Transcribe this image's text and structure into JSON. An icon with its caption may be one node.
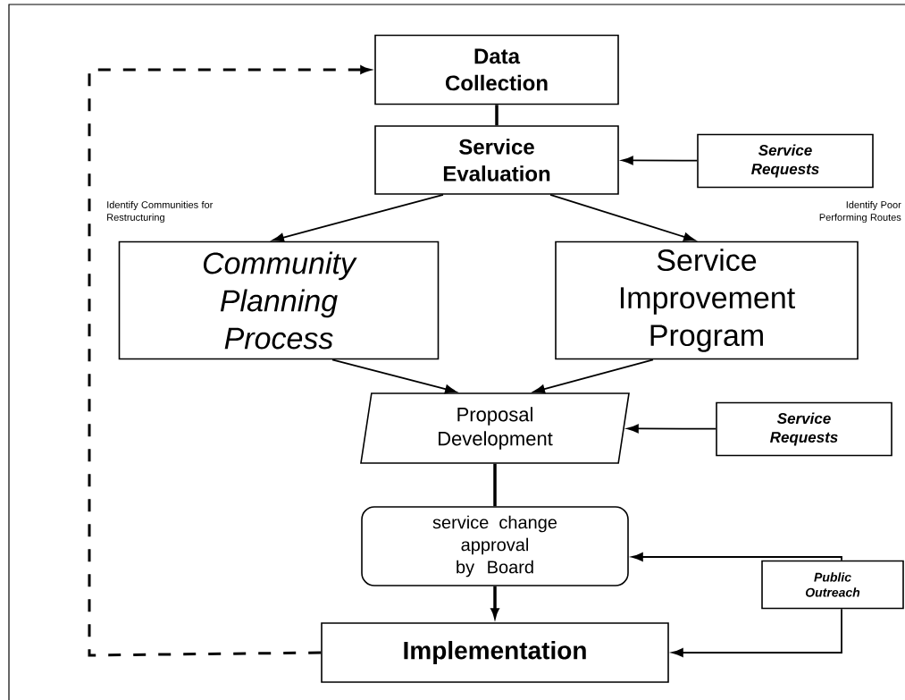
{
  "diagram": {
    "nodes": [
      {
        "text": [
          "Data Collection"
        ]
      },
      {
        "text": [
          "Service Evaluation"
        ]
      },
      {
        "text": [
          "Service Requests"
        ]
      },
      {
        "text": [
          "Community Planning Process"
        ]
      },
      {
        "text": [
          "Service Improvement Program"
        ]
      },
      {
        "text": [
          "Proposal Development"
        ]
      },
      {
        "text": [
          "Service Requests"
        ]
      },
      {
        "text": [
          "service change approval by Board"
        ]
      },
      {
        "text": [
          "Public Outreach"
        ]
      },
      {
        "text": [
          "Implementation"
        ]
      }
    ],
    "edges": [
      {
        "from": 0,
        "to": 1,
        "arrow": "none",
        "style": "thick"
      },
      {
        "from": 2,
        "to": 1,
        "arrow": "to"
      },
      {
        "from": 1,
        "to": 3,
        "arrow": "to"
      },
      {
        "from": 1,
        "to": 4,
        "arrow": "to"
      },
      {
        "from": 3,
        "to": 5,
        "arrow": "to"
      },
      {
        "from": 4,
        "to": 5,
        "arrow": "to"
      },
      {
        "from": 6,
        "to": 5,
        "arrow": "to"
      },
      {
        "from": 5,
        "to": 7,
        "arrow": "none",
        "style": "thick"
      },
      {
        "from": 7,
        "to": 9,
        "arrow": "to",
        "style": "thick"
      },
      {
        "from": 8,
        "to": 7,
        "arrow": "to"
      },
      {
        "from": 8,
        "to": 9,
        "arrow": "to"
      },
      {
        "from": 9,
        "to": 0,
        "arrow": "to",
        "style": "dashed"
      }
    ],
    "labels": [
      "Identify Communities for Restructuring",
      "Identify Poor Performing Routes"
    ]
  }
}
